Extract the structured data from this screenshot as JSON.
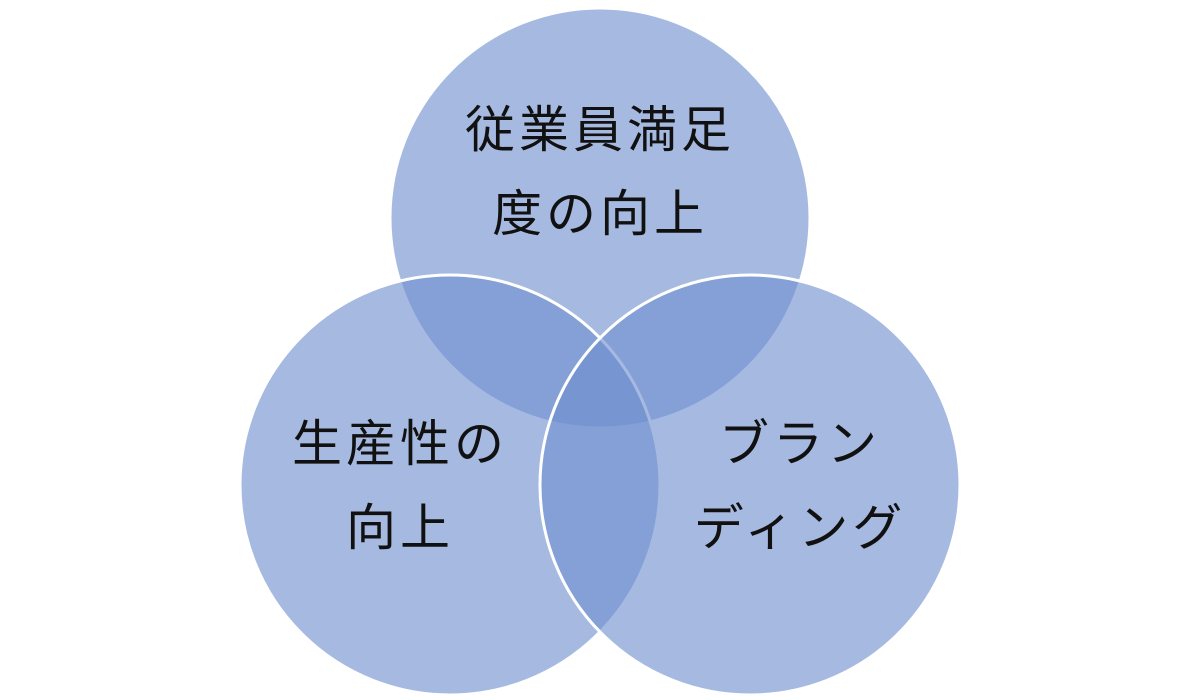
{
  "diagram": {
    "type": "venn",
    "circle_color": "#6f8fcf",
    "background": "#ffffff",
    "outline_color": "#ffffff",
    "sets": [
      {
        "id": "top",
        "lines": [
          "従業員満足",
          "度の向上"
        ]
      },
      {
        "id": "left",
        "lines": [
          "生産性の",
          "向上"
        ]
      },
      {
        "id": "right",
        "lines": [
          "ブラン",
          "ディング"
        ]
      }
    ]
  }
}
